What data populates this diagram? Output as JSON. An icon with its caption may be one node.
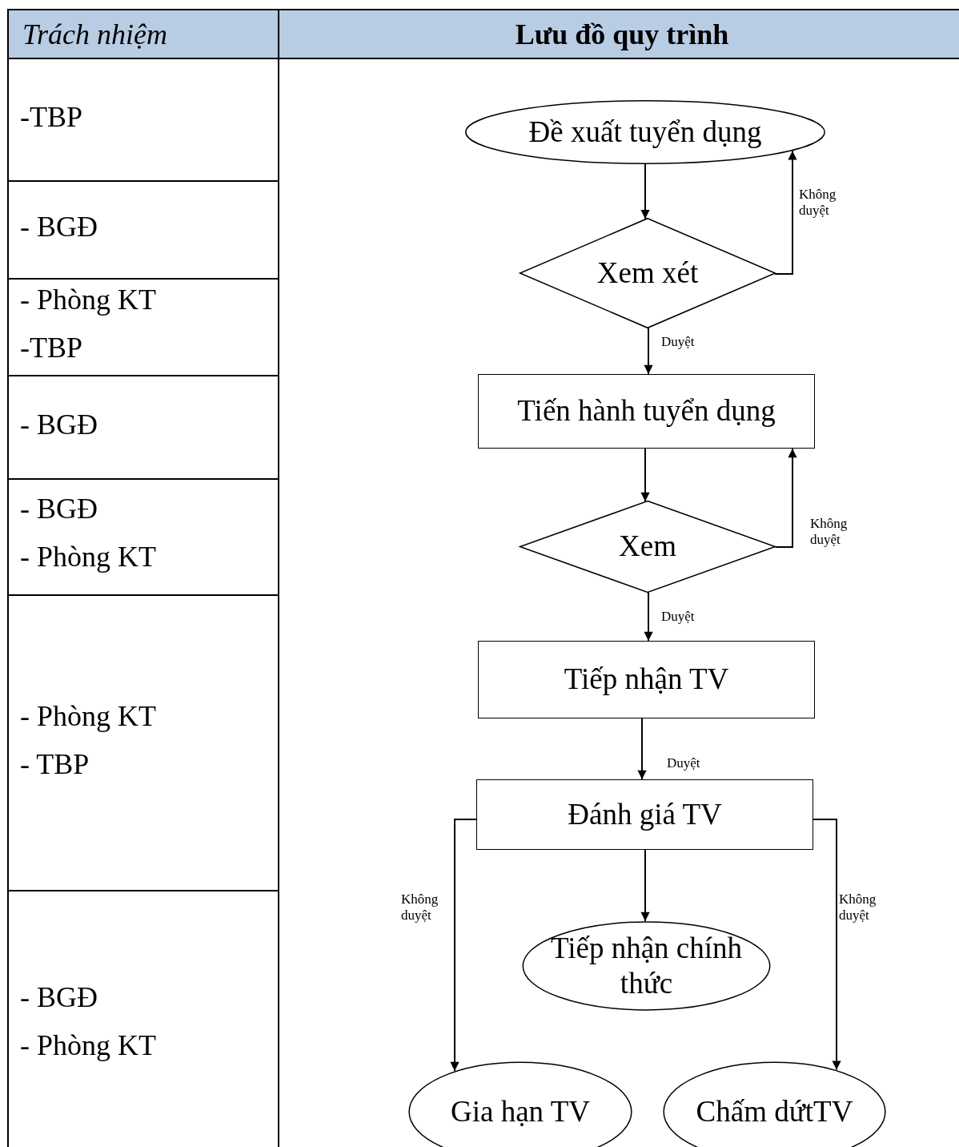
{
  "diagram": {
    "nodes": [
      {
        "text": [
          "Đề xuất tuyển dụng"
        ]
      },
      {
        "text": [
          "Xem xét"
        ]
      },
      {
        "text": [
          "Tiến hành tuyển dụng"
        ]
      },
      {
        "text": [
          "Xem"
        ]
      },
      {
        "text": [
          "Tiếp nhận TV"
        ]
      },
      {
        "text": [
          "Đánh giá TV"
        ]
      },
      {
        "text": [
          "Tiếp nhận chính thức"
        ]
      },
      {
        "text": [
          "Gia hạn TV"
        ]
      },
      {
        "text": [
          "Chấm dứtTV"
        ]
      }
    ],
    "edges": [
      {
        "from": 0,
        "to": 1,
        "arrow": "to"
      },
      {
        "from": 1,
        "to": 0,
        "arrow": "to",
        "label": "Không duyệt"
      },
      {
        "from": 1,
        "to": 2,
        "arrow": "to",
        "label": "Duyệt"
      },
      {
        "from": 2,
        "to": 3,
        "arrow": "to"
      },
      {
        "from": 3,
        "to": 2,
        "arrow": "to",
        "label": "Không duyệt"
      },
      {
        "from": 3,
        "to": 4,
        "arrow": "to",
        "label": "Duyệt"
      },
      {
        "from": 4,
        "to": 5,
        "arrow": "to",
        "label": "Duyệt"
      },
      {
        "from": 5,
        "to": 6,
        "arrow": "to"
      },
      {
        "from": 5,
        "to": 7,
        "arrow": "to",
        "label": "Không duyệt"
      },
      {
        "from": 5,
        "to": 8,
        "arrow": "to",
        "label": "Không duyệt"
      }
    ],
    "labels": [
      "Trách nhiệm",
      "Lưu đồ quy trình",
      "-TBP",
      "- BGĐ",
      "- Phòng KT",
      "-TBP",
      "- BGĐ",
      "- BGĐ",
      "- Phòng KT",
      "- Phòng KT",
      "- TBP",
      "- BGĐ",
      "- Phòng KT"
    ]
  }
}
